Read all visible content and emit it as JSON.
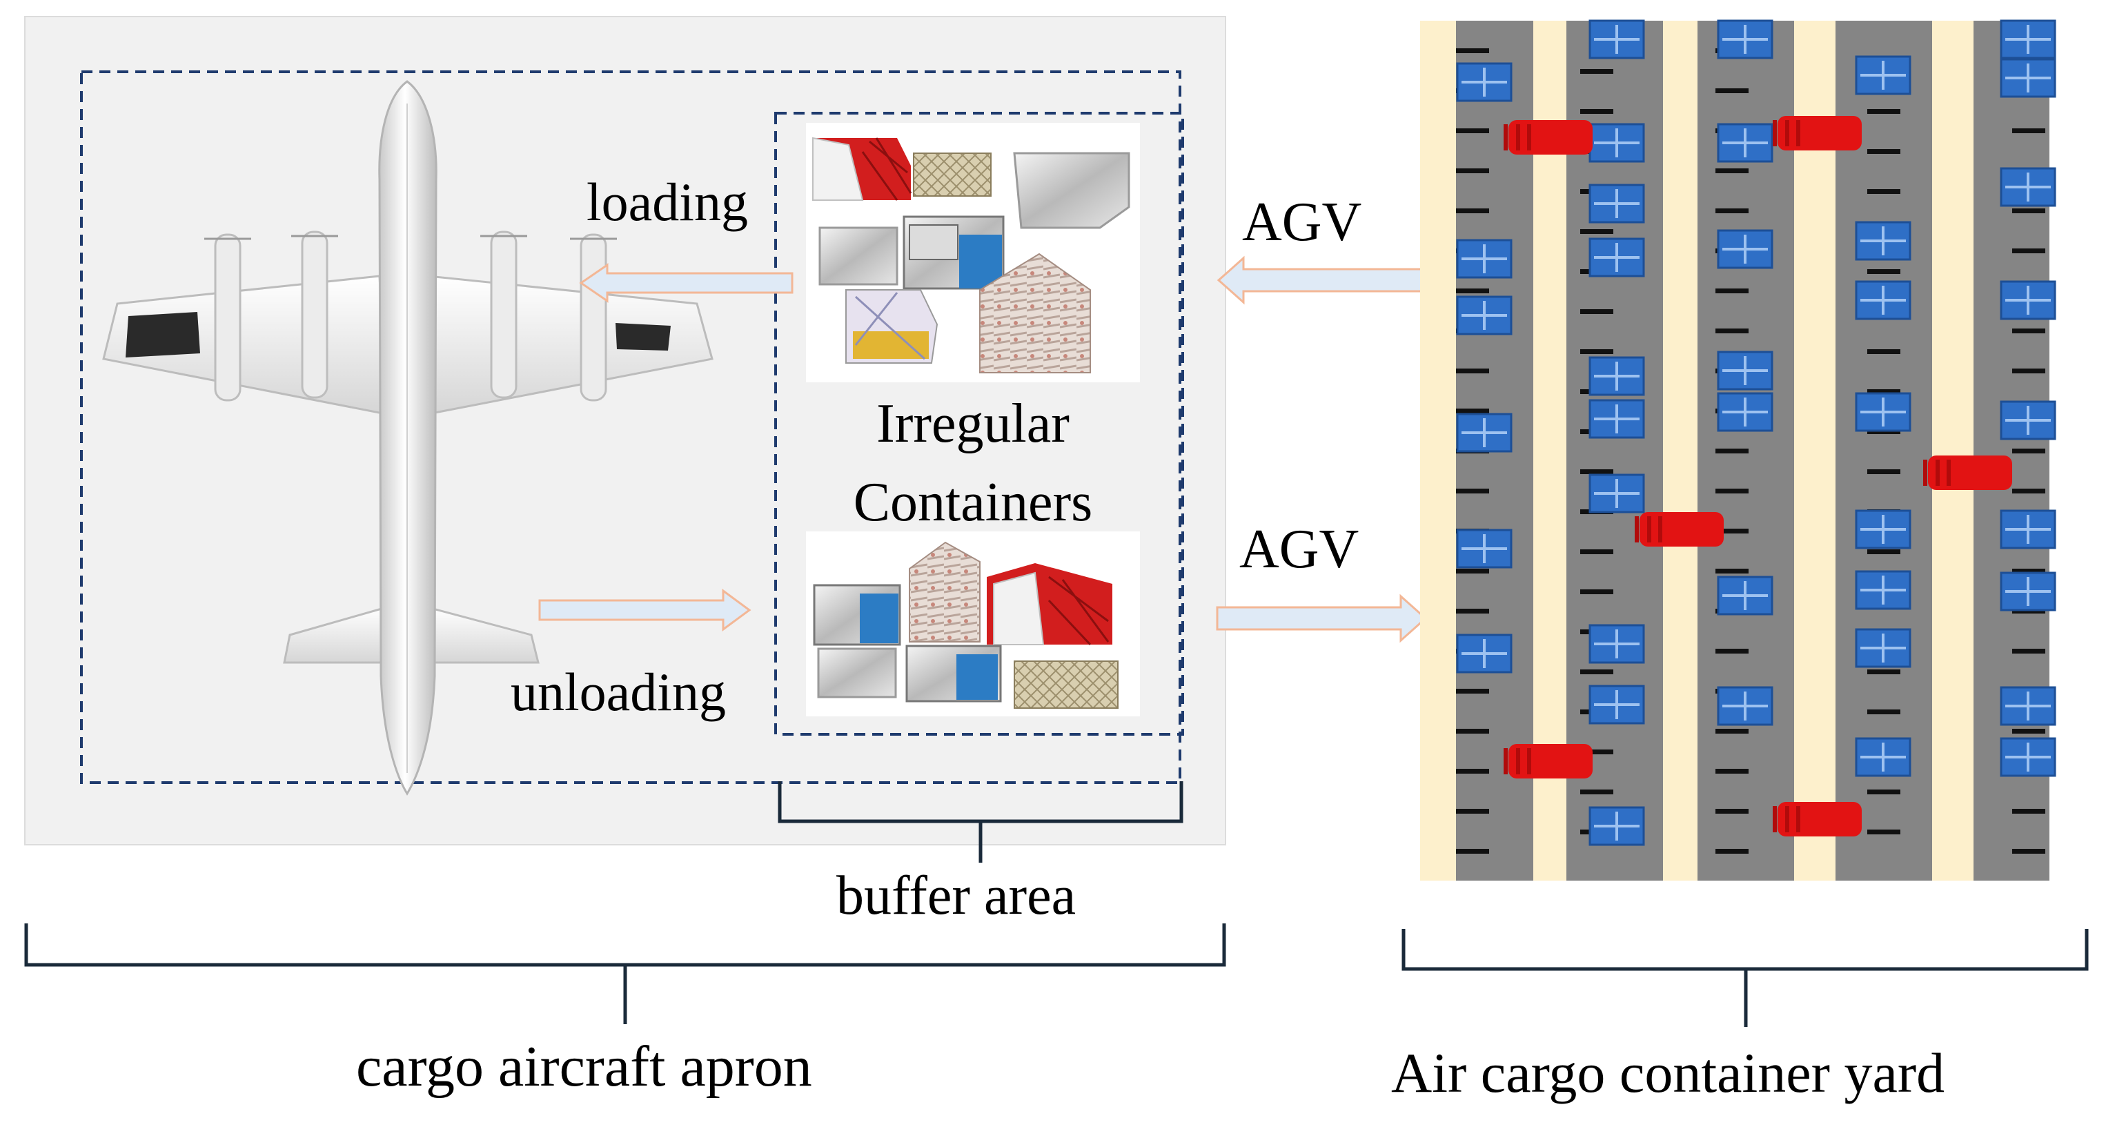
{
  "labels": {
    "loading": "loading",
    "unloading": "unloading",
    "irregular_line1": "Irregular",
    "irregular_line2": "Containers",
    "agv_top": "AGV",
    "agv_bottom": "AGV",
    "buffer_area": "buffer area",
    "apron": "cargo aircraft apron",
    "yard": "Air cargo container yard"
  },
  "colors": {
    "apron_bg": "#f1f1f1",
    "dashed_border": "#1f3b6e",
    "arrow_fill": "#dfeaf6",
    "arrow_stroke": "#f3b796",
    "yard_lane": "#fdf0cc",
    "yard_road": "#858585",
    "container_blue": "#2f6fc6",
    "agv_red": "#e21313",
    "slot_black": "#111111"
  },
  "icons": {
    "aircraft": "cargo-aircraft-top-view-icon",
    "containers": "uld-container-icon",
    "agv": "agv-vehicle-icon"
  }
}
